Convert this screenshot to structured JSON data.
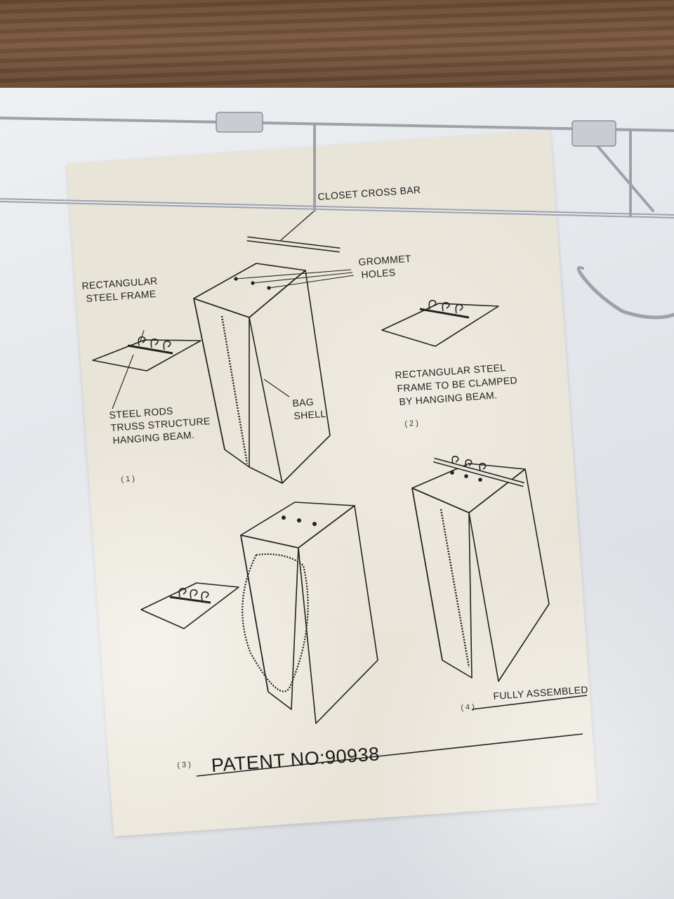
{
  "labels": {
    "closet_cross_bar": "CLOSET CROSS BAR",
    "grommet_line1": "GROMMET",
    "grommet_line2": "HOLES",
    "rect_frame_line1": "RECTANGULAR",
    "rect_frame_line2": "STEEL FRAME",
    "steel_rods_line1": "STEEL RODS",
    "steel_rods_line2": "TRUSS STRUCTURE",
    "steel_rods_line3": "HANGING BEAM.",
    "bag_line1": "BAG",
    "bag_line2": "SHELL",
    "clamp_line1": "RECTANGULAR STEEL",
    "clamp_line2": "FRAME TO BE CLAMPED",
    "clamp_line3": "BY HANGING BEAM.",
    "fully_assembled": "FULLY ASSEMBLED"
  },
  "steps": {
    "step1": "(1)",
    "step2": "(2)",
    "step3": "(3)",
    "step4": "(4)"
  },
  "patent": "PATENT NO:90938",
  "colors": {
    "paper": "#e9e4d8",
    "ink": "#222222",
    "wood": "#6b4b34",
    "metal": "#b8bcc2"
  }
}
